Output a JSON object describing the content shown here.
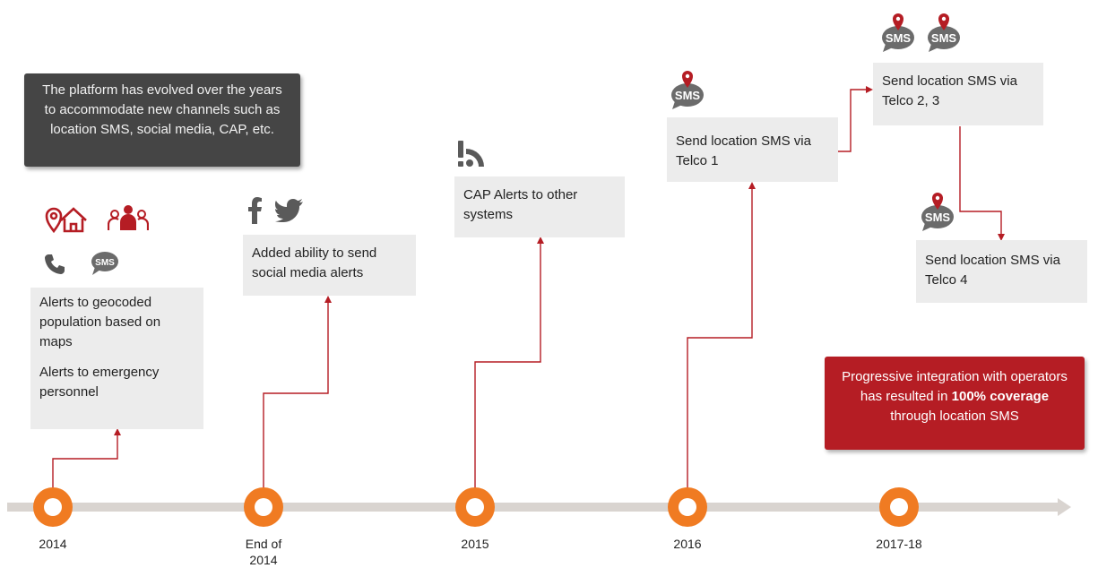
{
  "intro_text": "The platform has evolved over the years to accommodate new channels such as location SMS, social media, CAP, etc.",
  "summary": {
    "part1": "Progressive integration with operators has resulted in ",
    "bold1": "100% coverage",
    "part2": " through location SMS"
  },
  "milestones": [
    {
      "year": "2014",
      "lines": [
        "Alerts to geocoded population based on maps",
        "Alerts to emergency personnel"
      ],
      "icons": [
        "home-location-icon",
        "people-group-icon",
        "phone-icon",
        "sms-bubble-icon"
      ]
    },
    {
      "year": "End of 2014",
      "lines": [
        "Added ability to send social media alerts"
      ],
      "icons": [
        "facebook-icon",
        "twitter-icon"
      ]
    },
    {
      "year": "2015",
      "lines": [
        "CAP Alerts to other systems"
      ],
      "icons": [
        "rss-alert-icon"
      ]
    },
    {
      "year": "2016",
      "lines": [
        "Send location SMS via Telco 1"
      ],
      "icons": [
        "location-sms-icon"
      ]
    },
    {
      "year": "2017-18",
      "lines": [
        "Send location SMS via Telco 2, 3",
        "Send location SMS via Telco 4"
      ],
      "icons": [
        "location-sms-icon",
        "location-sms-icon",
        "location-sms-icon"
      ]
    }
  ],
  "sms_label": "SMS",
  "colors": {
    "accent": "#b51d24",
    "node": "#f07b22",
    "timeline": "#d9d4d0",
    "box": "#ececec"
  }
}
